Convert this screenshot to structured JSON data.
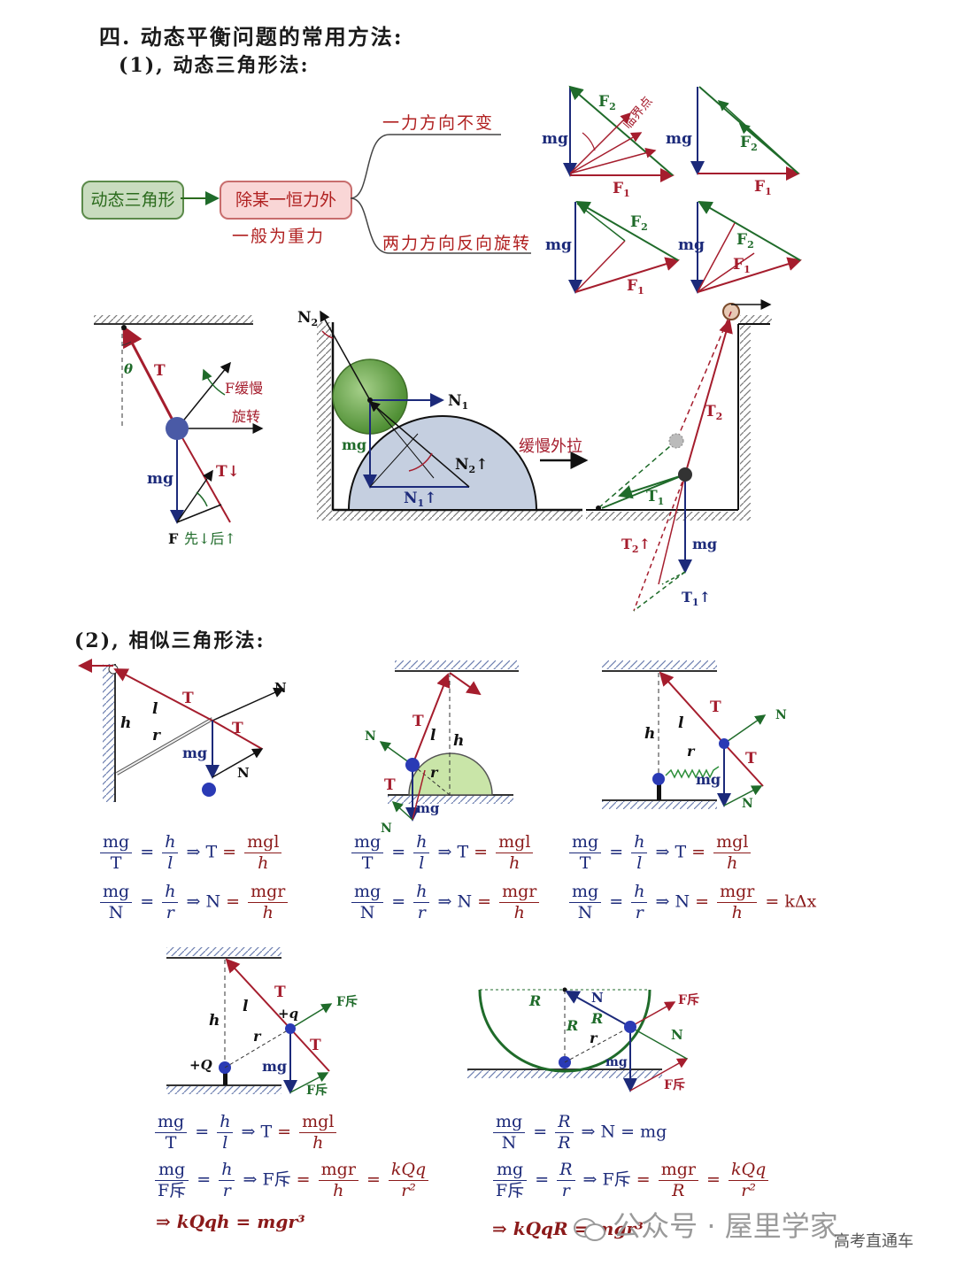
{
  "heading": "四. 动态平衡问题的常用方法:",
  "section1": {
    "title": "(1), 动态三角形法:",
    "box_left": "动态三角形",
    "box_mid": "除某一恒力外",
    "note_mid": "一般为重力",
    "branch_top": "一力方向不变",
    "branch_bottom": "两力方向反向旋转",
    "tri_labels": {
      "mg": "mg",
      "F1": "F",
      "F2": "F",
      "sub1": "1",
      "sub2": "2",
      "critical": "临界点"
    },
    "fig_a": {
      "theta": "θ",
      "T": "T",
      "F_slow": "F缓慢",
      "rotate": "旋转",
      "mg": "mg",
      "T_down": "T↓",
      "F": "F",
      "F_note": "先↓后↑"
    },
    "fig_b": {
      "N2": "N",
      "N1": "N",
      "mg": "mg",
      "N2_up": "N",
      "N1_up": "N",
      "arrow_up": "↑",
      "pull": "缓慢外拉"
    },
    "fig_c": {
      "T2": "T",
      "T1": "T",
      "mg": "mg",
      "T2_up": "T",
      "T1_up": "T",
      "arrow_up": "↑"
    }
  },
  "section2": {
    "title": "(2), 相似三角形法:",
    "figs": {
      "T": "T",
      "N": "N",
      "h": "h",
      "l": "l",
      "r": "r",
      "mg": "mg",
      "R": "R",
      "plus_q": "+q",
      "plus_Q": "+Q",
      "F_rep": "F斥"
    },
    "eq1": {
      "a_num": "mg",
      "a_den": "T",
      "b_num": "h",
      "b_den": "l",
      "res_lhs": "T",
      "res_num": "mgl",
      "res_den": "h"
    },
    "eq2": {
      "a_num": "mg",
      "a_den": "N",
      "b_num": "h",
      "b_den": "r",
      "res_lhs": "N",
      "res_num": "mgr",
      "res_den": "h"
    },
    "eq2_extra": "= kΔx",
    "eq4a": {
      "a_num": "mg",
      "a_den": "T",
      "b_num": "h",
      "b_den": "l",
      "res_lhs": "T",
      "res_num": "mgl",
      "res_den": "h"
    },
    "eq4b": {
      "a_num": "mg",
      "a_den": "F斥",
      "b_num": "h",
      "b_den": "r",
      "res_lhs": "F斥",
      "res_num": "mgr",
      "res_den": "h",
      "res2_num": "kQq",
      "res2_den": "r²"
    },
    "eq4_final": "⇒  kQqh = mgr³",
    "eq5a": {
      "a_num": "mg",
      "a_den": "N",
      "b_num": "R",
      "b_den": "R",
      "res": "N = mg"
    },
    "eq5b": {
      "a_num": "mg",
      "a_den": "F斥",
      "b_num": "R",
      "b_den": "r",
      "res_lhs": "F斥",
      "res_num": "mgr",
      "res_den": "R",
      "res2_num": "kQq",
      "res2_den": "r²"
    },
    "eq5_final": "⇒  kQqR = mgr³"
  },
  "watermark": {
    "main": "公众号 · 屋里学家",
    "sub": "高考直通车"
  },
  "colors": {
    "navy": "#1c2a7a",
    "maroon": "#a51d2d",
    "green": "#1f6b2a",
    "ball_green": "#6aa84f",
    "half_disc": "#c5cfe0"
  }
}
